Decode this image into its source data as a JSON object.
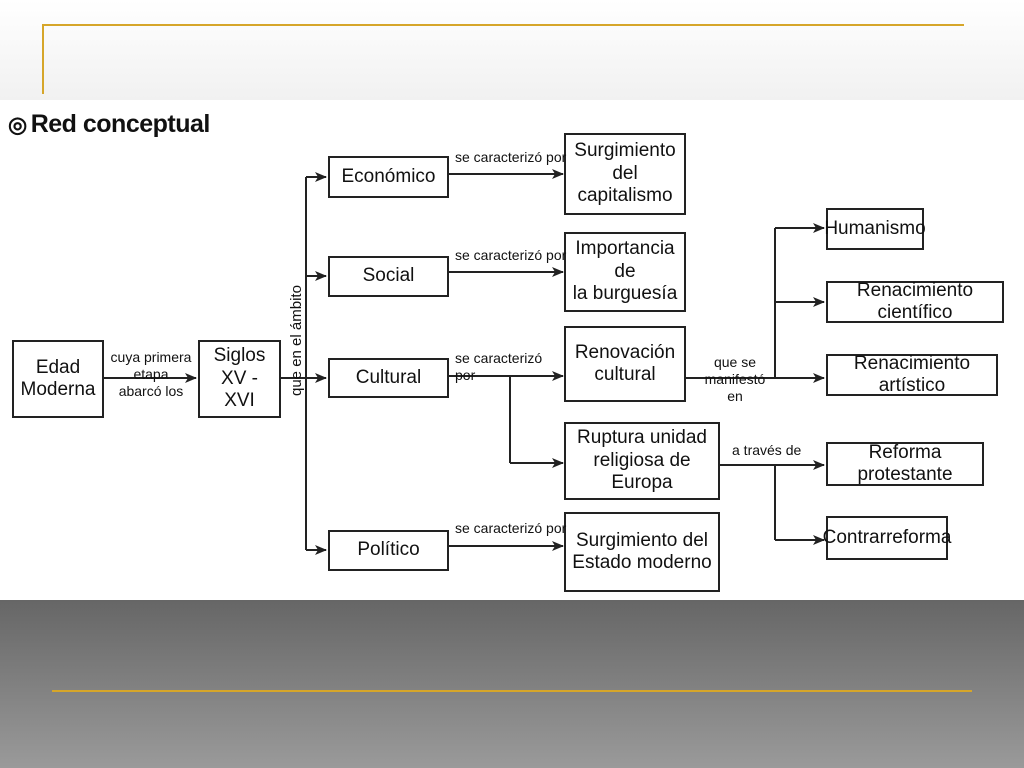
{
  "title": "Red conceptual",
  "title_icon": "◎",
  "nodes": {
    "edad": "Edad\nModerna",
    "siglos": "Siglos\nXV - XVI",
    "economico": "Económico",
    "social": "Social",
    "cultural": "Cultural",
    "politico": "Político",
    "capitalismo": "Surgimiento\ndel capitalismo",
    "burguesia": "Importancia de\nla burguesía",
    "renovacion": "Renovación\ncultural",
    "ruptura": "Ruptura unidad\nreligiosa de Europa",
    "estado": "Surgimiento del\nEstado moderno",
    "humanismo": "Humanismo",
    "renac_cientifico": "Renacimiento científico",
    "renac_artistico": "Renacimiento artístico",
    "reforma": "Reforma protestante",
    "contrarreforma": "Contrarreforma"
  },
  "labels": {
    "cuya": "cuya primera\netapa\nabarcó los",
    "ambito": "que en el ámbito",
    "car_economico": "se caracterizó por",
    "car_social": "se caracterizó por",
    "car_cultural": "se caracterizó\npor",
    "car_politico": "se caracterizó por",
    "manifesto": "que se\nmanifestó en",
    "traves": "a través de"
  }
}
